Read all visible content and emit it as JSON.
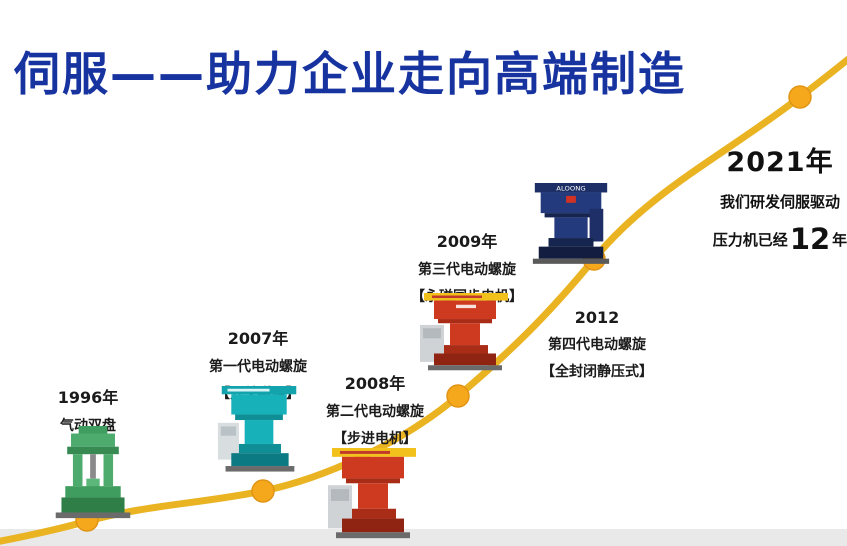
{
  "title": "伺服——助力企业走向高端制造",
  "brand_watermark": "ALOONG",
  "colors": {
    "title_blue": "#1733a0",
    "curve_gold": "#e9b322",
    "dot_orange": "#f5a81c",
    "text_dark": "#1b1b1b",
    "machine_green": "#4cab6d",
    "machine_teal": "#17b1ba",
    "machine_red": "#cd3a20",
    "machine_navy": "#233a7d"
  },
  "milestones": [
    {
      "id": "1996",
      "year": "1996年",
      "lines": [
        "气动双盘"
      ]
    },
    {
      "id": "2007",
      "year": "2007年",
      "lines": [
        "第一代电动螺旋",
        "【开关磁阻】"
      ]
    },
    {
      "id": "2008",
      "year": "2008年",
      "lines": [
        "第二代电动螺旋",
        "【步进电机】"
      ]
    },
    {
      "id": "2009",
      "year": "2009年",
      "lines": [
        "第三代电动螺旋",
        "【永磁同步电机】"
      ]
    },
    {
      "id": "2012",
      "year": "2012",
      "lines": [
        "第四代电动螺旋",
        "【全封闭静压式】"
      ]
    },
    {
      "id": "2021",
      "year": "2021年",
      "line1": "我们研发伺服驱动",
      "line2_prefix": "压力机已经",
      "line2_number": "12",
      "line2_suffix": "年"
    }
  ]
}
